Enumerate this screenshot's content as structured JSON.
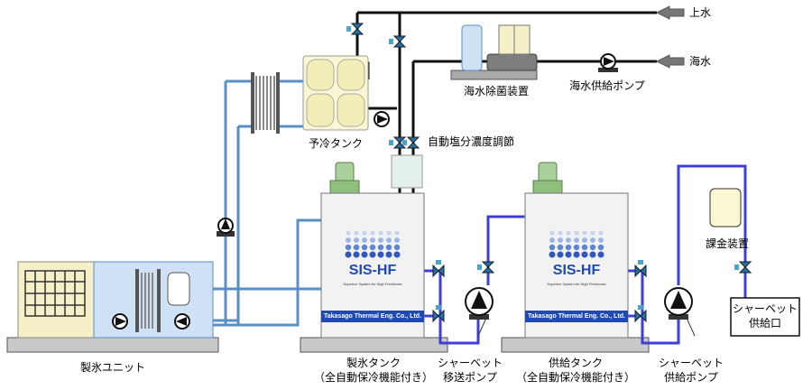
{
  "labels": {
    "tap_water": "上水",
    "sea_water": "海水",
    "seawater_sterilizer": "海水除菌装置",
    "seawater_pump": "海水供給ポンプ",
    "precool_tank": "予冷タンク",
    "auto_salinity": "自動塩分濃度調節",
    "billing_device": "課金装置",
    "ice_unit": "製氷ユニット",
    "ice_tank_line1": "製氷タンク",
    "ice_tank_line2": "（全自動保冷機能付き）",
    "transfer_pump_line1": "シャーベット",
    "transfer_pump_line2": "移送ポンプ",
    "supply_tank_line1": "供給タンク",
    "supply_tank_line2": "（全自動保冷機能付き）",
    "supply_pump_line1": "シャーベット",
    "supply_pump_line2": "供給ポンプ",
    "outlet_line1": "シャーベット",
    "outlet_line2": "供給口"
  },
  "tank_brand": {
    "logo": "SIS-HF",
    "tagline": "Superice System for High Freshness",
    "company": "Takasago Thermal Eng. Co., Ltd."
  },
  "colors": {
    "black_pipe": "#111111",
    "blue_pipe": "#5a8fc4",
    "purple_pipe": "#3f3fd8",
    "green_pipe": "#4e8a3c",
    "band": "#1f49b3"
  }
}
